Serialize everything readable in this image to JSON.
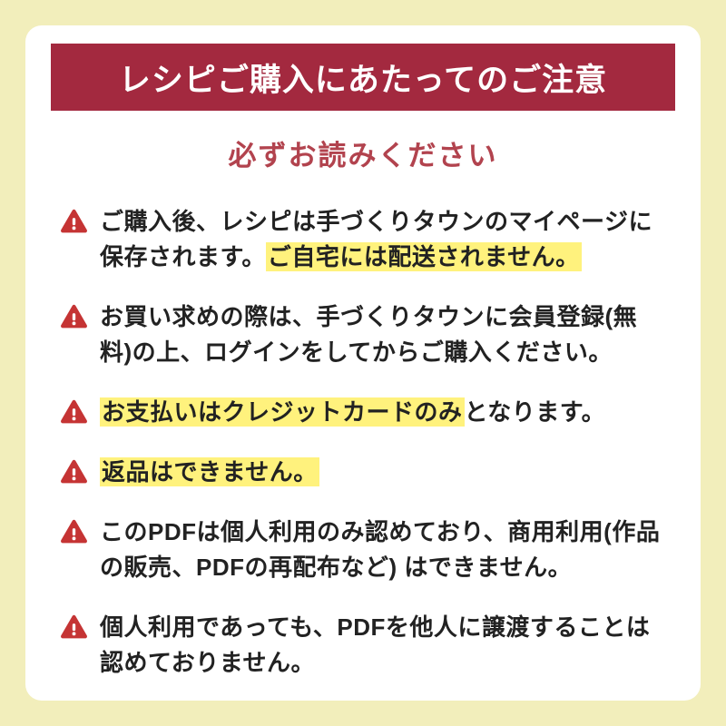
{
  "page": {
    "title": "レシピご購入にあたってのご注意",
    "subtitle": "必ずお読みください"
  },
  "colors": {
    "background": "#f2eebb",
    "card": "#ffffff",
    "banner": "#a3293f",
    "subtitle": "#b2434e",
    "highlight": "#fff27d",
    "icon": "#c53434",
    "text": "#222222"
  },
  "icon": {
    "name": "warning-triangle-icon",
    "glyph": "!"
  },
  "notices": [
    {
      "segments": [
        {
          "text": "ご購入後、レシピは手づくりタウンのマイページに保存されます。",
          "highlight": false
        },
        {
          "text": "ご自宅には配送されません。",
          "highlight": true
        }
      ]
    },
    {
      "segments": [
        {
          "text": "お買い求めの際は、手づくりタウンに会員登録(無料)の上、ログインをしてからご購入ください。",
          "highlight": false
        }
      ]
    },
    {
      "segments": [
        {
          "text": "お支払いはクレジットカードのみ",
          "highlight": true
        },
        {
          "text": "となります。",
          "highlight": false
        }
      ]
    },
    {
      "segments": [
        {
          "text": "返品はできません。",
          "highlight": true
        }
      ]
    },
    {
      "segments": [
        {
          "text": "このPDFは個人利用のみ認めており、商用利用(作品の販売、PDFの再配布など) はできません。",
          "highlight": false
        }
      ]
    },
    {
      "segments": [
        {
          "text": "個人利用であっても、PDFを他人に譲渡することは認めておりません。",
          "highlight": false
        }
      ]
    }
  ]
}
